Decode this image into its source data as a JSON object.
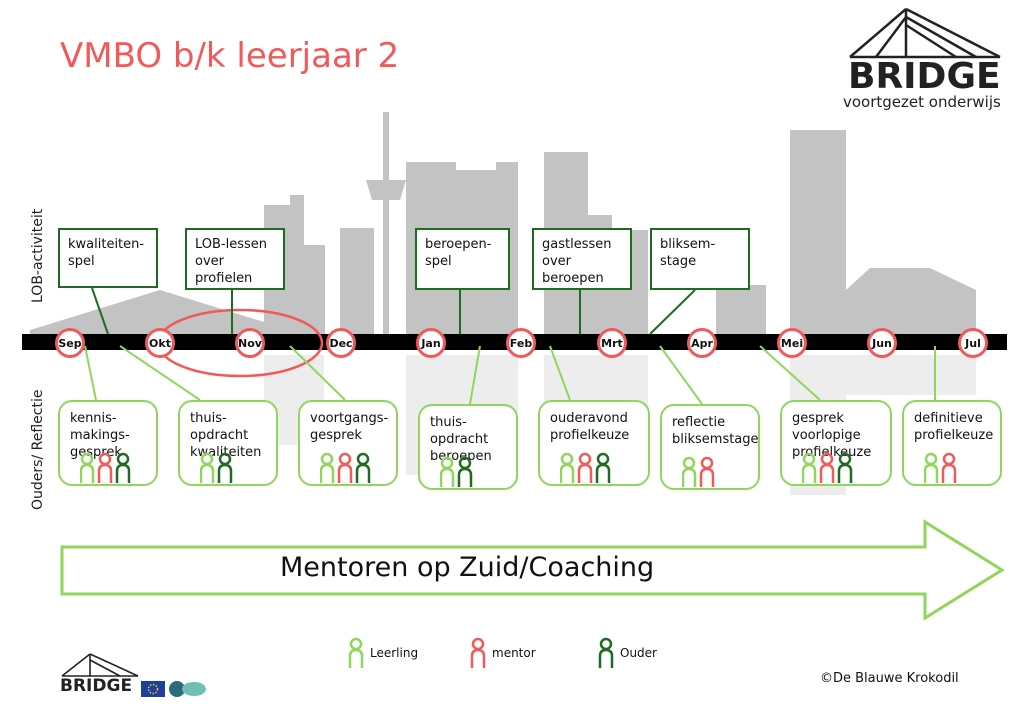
{
  "title": "VMBO b/k leerjaar 2",
  "logo": {
    "word": "BRIDGE",
    "subtitle": "voortgezet onderwijs"
  },
  "side_labels": {
    "top": "LOB-activiteit",
    "bottom": "Ouders/ Reflectie"
  },
  "months": [
    "Sep",
    "Okt",
    "Nov",
    "Dec",
    "Jan",
    "Feb",
    "Mrt",
    "Apr",
    "Mei",
    "Jun",
    "Jul"
  ],
  "lob_activities": [
    {
      "lines": [
        "kwaliteiten-",
        "spel"
      ]
    },
    {
      "lines": [
        "LOB-lessen",
        "over",
        "profielen"
      ]
    },
    {
      "lines": [
        "beroepen-",
        "spel"
      ]
    },
    {
      "lines": [
        "gastlessen",
        "over",
        "beroepen"
      ]
    },
    {
      "lines": [
        "bliksem-",
        "stage"
      ]
    }
  ],
  "reflections": [
    {
      "lines": [
        "kennis-",
        "makings-",
        "gesprek"
      ],
      "people": [
        "leerling",
        "mentor",
        "ouder"
      ]
    },
    {
      "lines": [
        "thuis-",
        "opdracht",
        "kwaliteiten"
      ],
      "people": [
        "leerling",
        "ouder"
      ]
    },
    {
      "lines": [
        "voortgangs-",
        "gesprek"
      ],
      "people": [
        "leerling",
        "mentor",
        "ouder"
      ]
    },
    {
      "lines": [
        "thuis-",
        "opdracht",
        "beroepen"
      ],
      "people": [
        "leerling",
        "ouder"
      ]
    },
    {
      "lines": [
        "ouderavond",
        "profielkeuze"
      ],
      "people": [
        "leerling",
        "mentor",
        "ouder"
      ]
    },
    {
      "lines": [
        "reflectie",
        "bliksemstage"
      ],
      "people": [
        "leerling",
        "mentor"
      ]
    },
    {
      "lines": [
        "gesprek",
        "voorlopige",
        "profielkeuze"
      ],
      "people": [
        "leerling",
        "mentor",
        "ouder"
      ]
    },
    {
      "lines": [
        "definitieve",
        "profielkeuze"
      ],
      "people": [
        "leerling",
        "mentor"
      ]
    }
  ],
  "banner": "Mentoren op Zuid/Coaching",
  "legend": [
    {
      "key": "leerling",
      "label": "Leerling"
    },
    {
      "key": "mentor",
      "label": "mentor"
    },
    {
      "key": "ouder",
      "label": "Ouder"
    }
  ],
  "footer": {
    "bridge_small": "BRIDGE",
    "copyright": "©De Blauwe Krokodil"
  },
  "colors": {
    "leerling": "#8fd65b",
    "mentor": "#f05a5a",
    "ouder": "#1f6b21",
    "timeline": "#000000",
    "skyline": "#b5b5b5"
  }
}
